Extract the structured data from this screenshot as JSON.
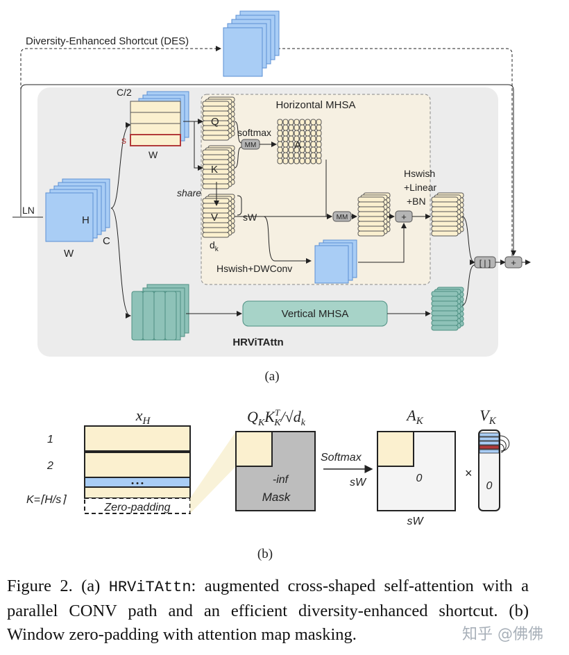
{
  "part_a": {
    "des_label": "Diversity-Enhanced Shortcut (DES)",
    "ln": "LN",
    "h": "H",
    "w": "W",
    "c": "C",
    "c_half": "C/2",
    "s": "s",
    "w2": "W",
    "horizontal_mhsa": "Horizontal MHSA",
    "q": "Q",
    "k": "K",
    "v": "V",
    "a": "A",
    "softmax": "softmax",
    "mm": "MM",
    "share": "share",
    "sw": "sW",
    "dk": "d",
    "dk_sub": "k",
    "hswish_dwconv": "Hswish+DWConv",
    "hswish_linear_bn": [
      "Hswish",
      "+Linear",
      "+BN"
    ],
    "plus": "+",
    "concat": "[ | ]",
    "vertical_mhsa": "Vertical MHSA",
    "module_name": "HRViTAttn",
    "panel_label": "(a)"
  },
  "part_b": {
    "xh": "x",
    "xh_sub": "H",
    "row1": "1",
    "row2": "2",
    "dots": "• • •",
    "k_label": "K=⌈H/s⌉",
    "zero_padding": "Zero-padding",
    "qk_title": "Q",
    "mask_inf": "-inf",
    "mask": "Mask",
    "softmax": "Softmax",
    "sw_left": "sW",
    "ak": "A",
    "ak_sub": "K",
    "zero": "0",
    "sw_bottom": "sW",
    "times": "×",
    "vk": "V",
    "vk_sub": "K",
    "vk_zero": "0",
    "panel_label": "(b)"
  },
  "caption": {
    "prefix": "Figure 2. (a) ",
    "mono": "HRViTAttn",
    "rest": ": augmented cross-shaped self-attention with a parallel CONV path and an efficient diversity-enhanced shortcut. (b) Window zero-padding with attention map masking."
  },
  "watermark": "知乎 @佛佛",
  "colors": {
    "panel_bg": "#ececec",
    "inner_bg": "#f6f0e2",
    "blue": "#a9cdf5",
    "blue_stroke": "#5a8fd4",
    "cream": "#fbf0cf",
    "teal": "#8ec2b8",
    "teal_dark": "#4d8f82",
    "gray_op": "#b5b5b5",
    "red": "#b23a3a"
  }
}
